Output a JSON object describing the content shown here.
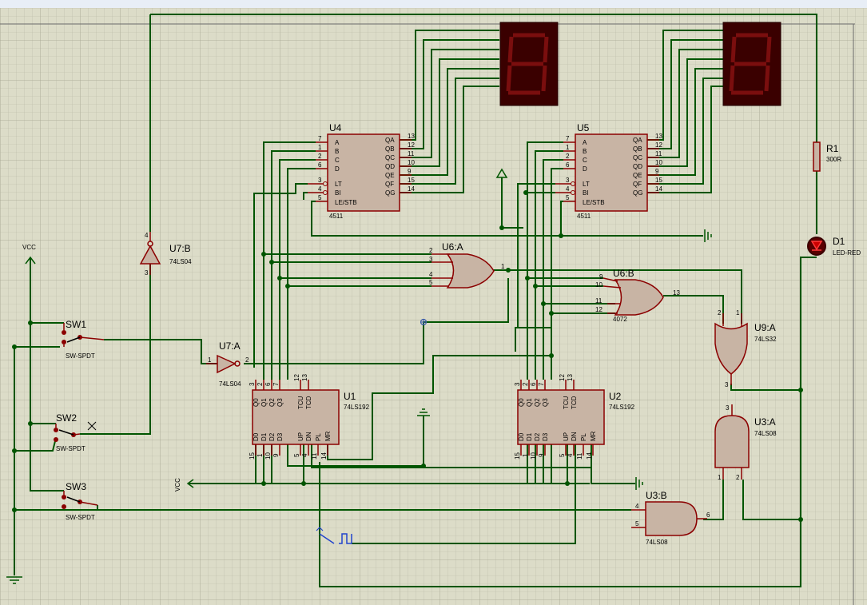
{
  "components": {
    "U4": {
      "ref": "U4",
      "part": "4511",
      "inputs": [
        "A",
        "B",
        "C",
        "D",
        "LT",
        "BI",
        "LE/STB"
      ],
      "outputs": [
        "QA",
        "QB",
        "QC",
        "QD",
        "QE",
        "QF",
        "QG"
      ],
      "in_pins": [
        "7",
        "1",
        "2",
        "6",
        "3",
        "4",
        "5"
      ],
      "out_pins": [
        "13",
        "12",
        "11",
        "10",
        "9",
        "15",
        "14"
      ]
    },
    "U5": {
      "ref": "U5",
      "part": "4511",
      "inputs": [
        "A",
        "B",
        "C",
        "D",
        "LT",
        "BI",
        "LE/STB"
      ],
      "outputs": [
        "QA",
        "QB",
        "QC",
        "QD",
        "QE",
        "QF",
        "QG"
      ],
      "in_pins": [
        "7",
        "1",
        "2",
        "6",
        "3",
        "4",
        "5"
      ],
      "out_pins": [
        "13",
        "12",
        "11",
        "10",
        "9",
        "15",
        "14"
      ]
    },
    "U1": {
      "ref": "U1",
      "part": "74LS192",
      "top": [
        "Q0",
        "Q1",
        "Q2",
        "Q3",
        "TCU",
        "TCD"
      ],
      "bottom": [
        "D0",
        "D1",
        "D2",
        "D3",
        "UP",
        "DN",
        "PL",
        "MR"
      ],
      "top_pins": [
        "3",
        "2",
        "6",
        "7",
        "12",
        "13"
      ],
      "bottom_pins": [
        "15",
        "1",
        "10",
        "9",
        "5",
        "4",
        "11",
        "14"
      ]
    },
    "U2": {
      "ref": "U2",
      "part": "74LS192",
      "top": [
        "Q0",
        "Q1",
        "Q2",
        "Q3",
        "TCU",
        "TCD"
      ],
      "bottom": [
        "D0",
        "D1",
        "D2",
        "D3",
        "UP",
        "DN",
        "PL",
        "MR"
      ],
      "top_pins": [
        "3",
        "2",
        "6",
        "7",
        "12",
        "13"
      ],
      "bottom_pins": [
        "15",
        "1",
        "10",
        "9",
        "5",
        "4",
        "11",
        "14"
      ]
    },
    "U6A": {
      "ref": "U6:A",
      "pins_in": [
        "2",
        "3",
        "4",
        "5"
      ],
      "pin_out": "1"
    },
    "U6B": {
      "ref": "U6:B",
      "part": "4072",
      "pins_in": [
        "9",
        "10",
        "11",
        "12"
      ],
      "pin_out": "13"
    },
    "U7A": {
      "ref": "U7:A",
      "part": "74LS04",
      "pin_in": "1",
      "pin_out": "2"
    },
    "U7B": {
      "ref": "U7:B",
      "part": "74LS04",
      "pin_in": "3",
      "pin_out": "4"
    },
    "U9A": {
      "ref": "U9:A",
      "part": "74LS32",
      "pins_in": [
        "2",
        "1"
      ],
      "pin_out": "3"
    },
    "U3A": {
      "ref": "U3:A",
      "part": "74LS08",
      "pins_in": [
        "1",
        "2"
      ],
      "pin_out": "3"
    },
    "U3B": {
      "ref": "U3:B",
      "part": "74LS08",
      "pins_in": [
        "4",
        "5"
      ],
      "pin_out": "6"
    },
    "R1": {
      "ref": "R1",
      "value": "300R"
    },
    "D1": {
      "ref": "D1",
      "value": "LED-RED"
    },
    "SW1": {
      "ref": "SW1",
      "part": "SW-SPDT"
    },
    "SW2": {
      "ref": "SW2",
      "part": "SW-SPDT"
    },
    "SW3": {
      "ref": "SW3",
      "part": "SW-SPDT"
    },
    "vcc_top": "VCC",
    "vcc_left": "VCC"
  }
}
